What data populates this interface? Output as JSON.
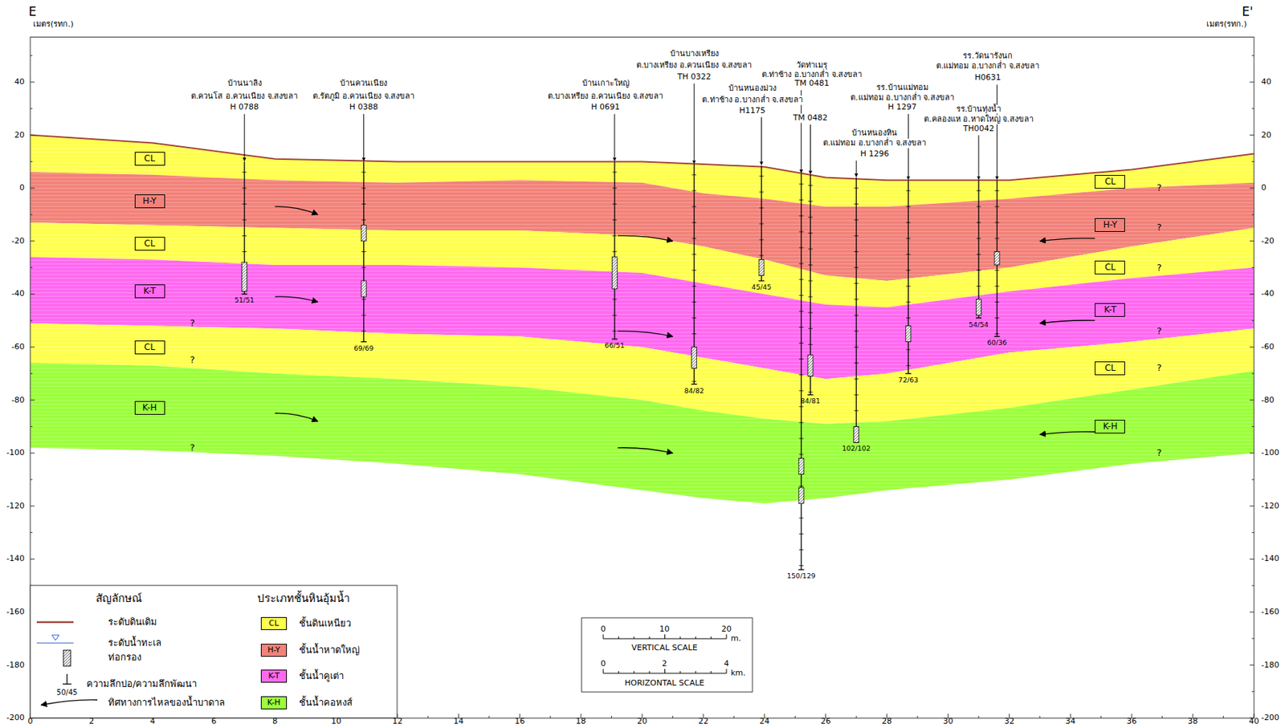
{
  "diagram": {
    "nodes": [
      {
        "text": [
          "CL"
        ]
      },
      {
        "text": [
          "H-Y"
        ]
      },
      {
        "text": [
          "CL"
        ]
      },
      {
        "text": [
          "K-T"
        ]
      },
      {
        "text": [
          "CL"
        ]
      },
      {
        "text": [
          "K-H"
        ]
      },
      {
        "text": [
          "CL"
        ]
      },
      {
        "text": [
          "H-Y"
        ]
      },
      {
        "text": [
          "CL"
        ]
      },
      {
        "text": [
          "K-T"
        ]
      },
      {
        "text": [
          "CL"
        ]
      },
      {
        "text": [
          "K-H"
        ]
      }
    ],
    "labels": [
      "E",
      "เมตร(รทก.)",
      "E'",
      "เมตร(รทก.)",
      "40",
      "20",
      "0",
      "-20",
      "-40",
      "-60",
      "-80",
      "-100",
      "-120",
      "-140",
      "-160",
      "-180",
      "-200",
      "40",
      "20",
      "0",
      "-20",
      "-40",
      "-60",
      "-80",
      "-100",
      "-120",
      "-140",
      "-160",
      "-180",
      "-200",
      "0",
      "2",
      "4",
      "6",
      "8",
      "10",
      "12",
      "14",
      "16",
      "18",
      "20",
      "22",
      "24",
      "26",
      "28",
      "30",
      "32",
      "34",
      "36",
      "38",
      "40",
      "บ้านนาลิง",
      "ต.ควนโส อ.ควนเนียง จ.สงขลา",
      "H 0788",
      "51/51",
      "บ้านควนเนียง",
      "ต.รัตภูมิ อ.ควนเนียง จ.สงขลา",
      "H 0388",
      "69/69",
      "บ้านเกาะใหญ่",
      "ต.บางเหรียง อ.ควนเนียง จ.สงขลา",
      "H 0691",
      "66/51",
      "บ้านบางเหรียง",
      "ต.บางเหรียง อ.ควนเนียง จ.สงขลา",
      "TH 0322",
      "84/82",
      "บ้านหนองม่วง",
      "ต.ท่าช้าง อ.บางกล่ำ จ.สงขลา",
      "H1175",
      "45/45",
      "วัดท่าเมรุ",
      "ต.ท่าช้าง อ.บางกล่ำ จ.สงขลา",
      "TM 0481",
      "150/129",
      "TM 0482",
      "84/81",
      "บ้านหนองหิน",
      "ต.แม่ทอม อ.บางกล่ำ จ.สงขลา",
      "H 1296",
      "102/102",
      "รร.บ้านแม่ทอม",
      "ต.แม่ทอม อ.บางกล่ำ จ.สงขลา",
      "H 1297",
      "72/63",
      "รร.บ้านทุ่งน้ำ",
      "ต.คลองแห อ.หาดใหญ่ จ.สงขลา",
      "TH0042",
      "54/54",
      "รร.วัดนารังนก",
      "ต.แม่ทอม อ.บางกล่ำ จ.สงขลา",
      "H0631",
      "60/36",
      "?",
      "?",
      "?",
      "?",
      "?",
      "?",
      "?",
      "?",
      "?",
      "สัญลักษณ์",
      "ประเภทชั้นหินอุ้มน้ำ",
      "50/45",
      "CL",
      "H-Y",
      "K-T",
      "K-H",
      "0",
      "10",
      "20",
      "m.",
      "VERTICAL SCALE",
      "0",
      "2",
      "4",
      "km.",
      "HORIZONTAL SCALE"
    ],
    "legend": [
      {
        "text": "ระดับดินเดิม"
      },
      {
        "text": "ระดับน้ำทะเล"
      },
      {
        "text": "ท่อกรอง"
      },
      {
        "text": "ความลึกบ่อ/ความลึกพัฒนา"
      },
      {
        "text": "ทิศทางการไหลของน้ำบาดาล"
      },
      {
        "text": "ชั้นดินเหนียว",
        "color": "#ffff4d"
      },
      {
        "text": "ชั้นน้ำหาดใหญ่",
        "color": "#f2827a"
      },
      {
        "text": "ชั้นน้ำคูเต่า",
        "color": "#ff69f0"
      },
      {
        "text": "ชั้นน้ำคอหงส์",
        "color": "#9cff3c"
      }
    ]
  }
}
